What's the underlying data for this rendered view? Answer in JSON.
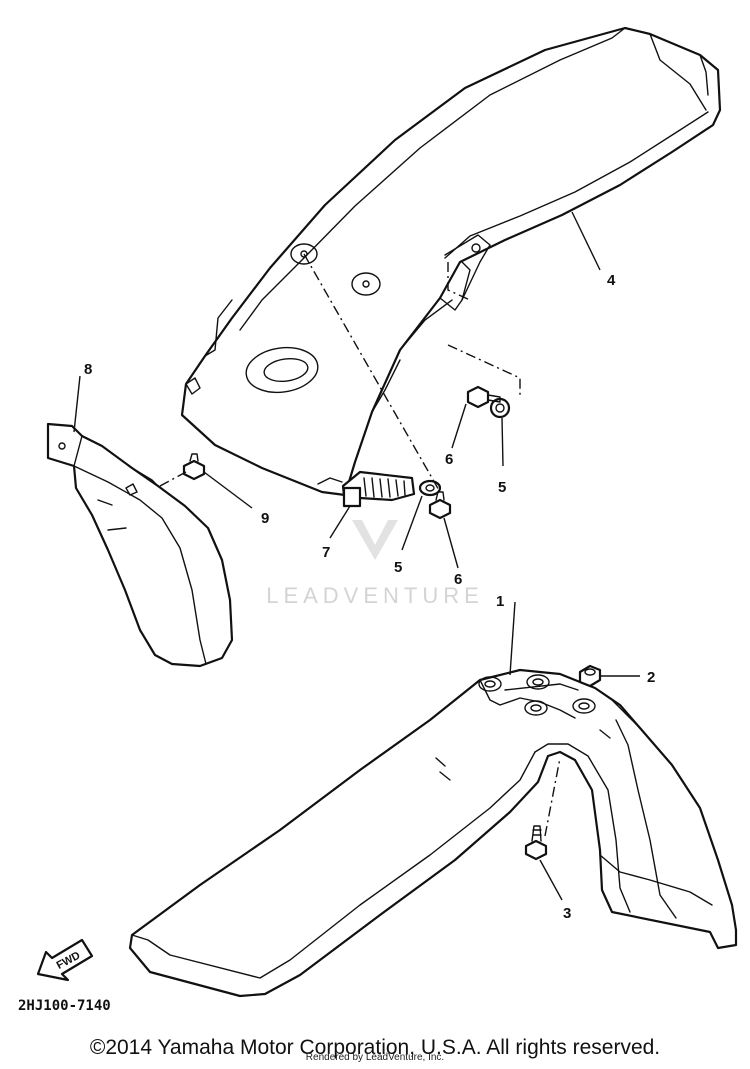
{
  "diagram": {
    "callouts": {
      "p1": "1",
      "p2": "2",
      "p3": "3",
      "p4": "4",
      "p5a": "5",
      "p5b": "5",
      "p6a": "6",
      "p6b": "6",
      "p7": "7",
      "p8": "8",
      "p9": "9"
    },
    "fwd_label": "FWD",
    "diagram_code": "2HJ100-7140",
    "watermark": "LEADVENTURE"
  },
  "footer": {
    "copyright": "©2014 Yamaha Motor Corporation, U.S.A. All rights reserved.",
    "rendered_by": "Rendered by LeadVenture, Inc."
  },
  "colors": {
    "line": "#111111",
    "background": "#ffffff",
    "watermark": "#d4d4d4"
  }
}
